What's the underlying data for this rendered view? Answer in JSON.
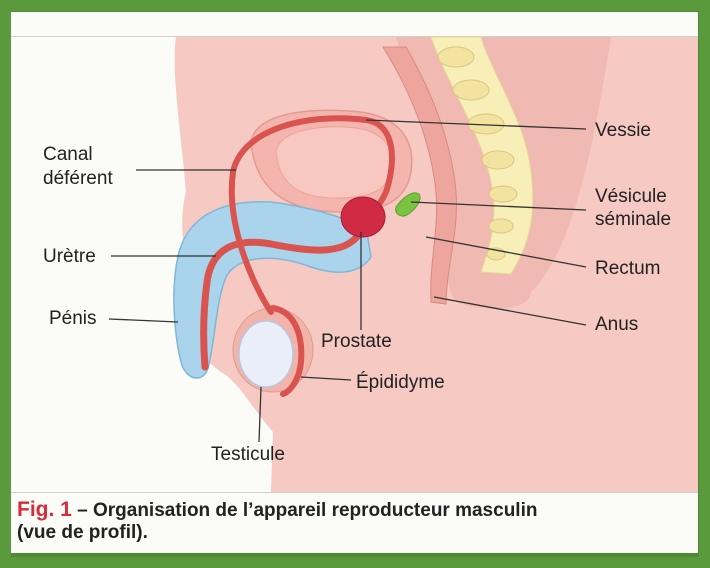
{
  "labels": {
    "canal_deferent_1": "Canal",
    "canal_deferent_2": "déférent",
    "uretre": "Urètre",
    "penis": "Pénis",
    "vessie": "Vessie",
    "vesicule_1": "Vésicule",
    "vesicule_2": "séminale",
    "rectum": "Rectum",
    "anus": "Anus",
    "prostate": "Prostate",
    "epididyme": "Épididyme",
    "testicule": "Testicule"
  },
  "caption": {
    "fig": "Fig. 1",
    "text_line1": " – Organisation de l’appareil reproducteur masculin",
    "text_line2": "(vue de profil)."
  },
  "colors": {
    "body": "#f6c9c2",
    "body_dark": "#eeaca5",
    "bladder": "#f3b5ad",
    "vas_deferens": "#d9544f",
    "penis_tissue": "#a9d4ec",
    "prostate": "#d12a45",
    "seminal_vesicle": "#7cc242",
    "spine": "#f7eeb8",
    "testis": "#e9eef8",
    "border": "#5a9a3c",
    "fig_number": "#d72b3a"
  }
}
